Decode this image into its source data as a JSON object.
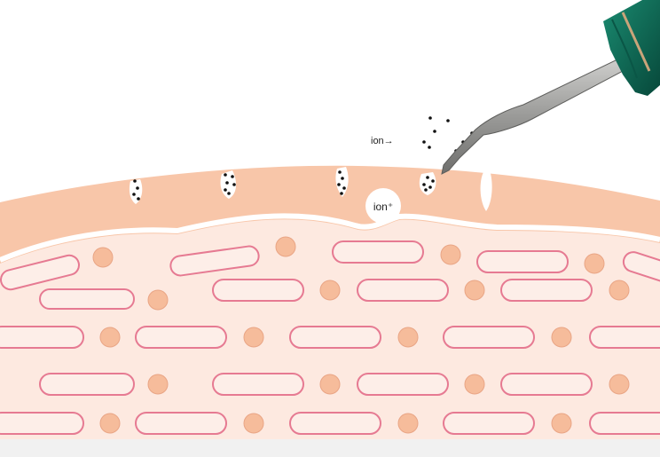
{
  "labels": {
    "ion_floating": "ion→",
    "ion_bubble": "ion⁺"
  },
  "colors": {
    "outer_layer": "#f8c6a9",
    "inner_tissue": "#fde9e0",
    "capsule_stroke": "#e67a92",
    "dot_fill": "#f6bc9b",
    "dot_stroke": "#e9a585",
    "device_green": "#0e6b58",
    "probe_grey": "#9a9a98",
    "particle": "#111111"
  },
  "icons": {
    "device": "ultrasonic-spatula-device-icon",
    "particles": "ion-particle-dots"
  }
}
